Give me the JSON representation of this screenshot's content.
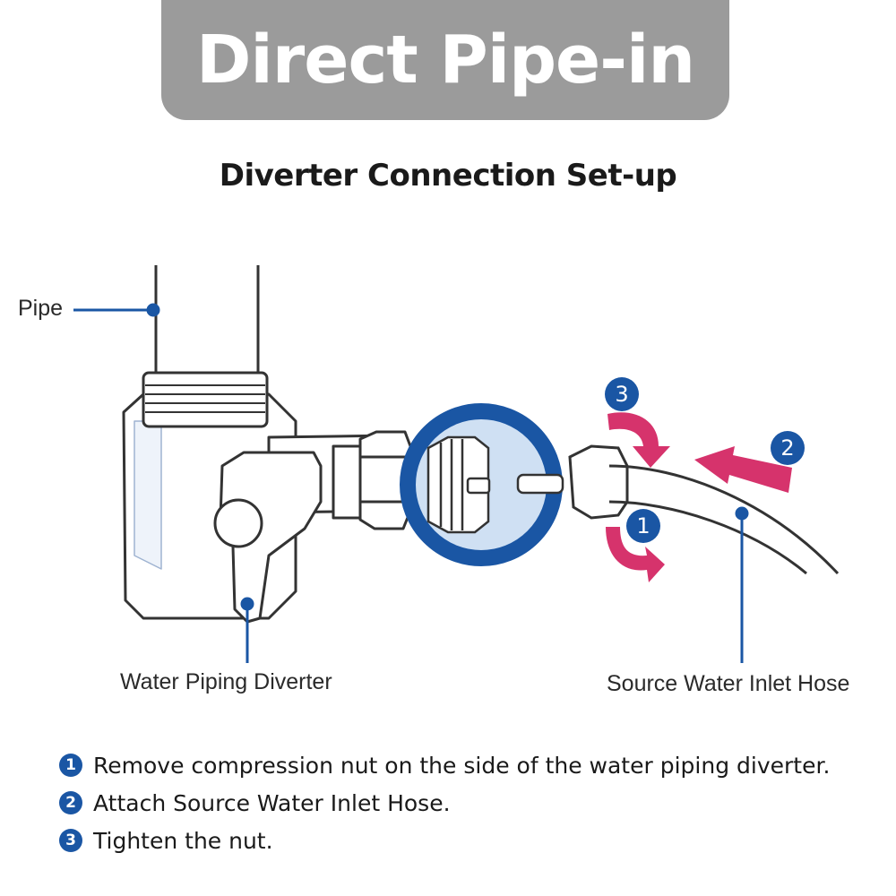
{
  "title": "Direct Pipe-in",
  "subtitle": "Diverter Connection Set-up",
  "labels": {
    "pipe": "Pipe",
    "diverter": "Water Piping Diverter",
    "hose": "Source Water Inlet Hose"
  },
  "badges": {
    "one": "1",
    "two": "2",
    "three": "3"
  },
  "steps": [
    {
      "num": "1",
      "text": "Remove compression nut on the side of the water piping diverter."
    },
    {
      "num": "2",
      "text": "Attach Source Water Inlet Hose."
    },
    {
      "num": "3",
      "text": "Tighten the nut."
    }
  ],
  "colors": {
    "banner": "#9b9b9b",
    "accent_blue": "#1a56a4",
    "arrow_pink": "#d6336c",
    "circle_fill": "#cfe0f3"
  }
}
